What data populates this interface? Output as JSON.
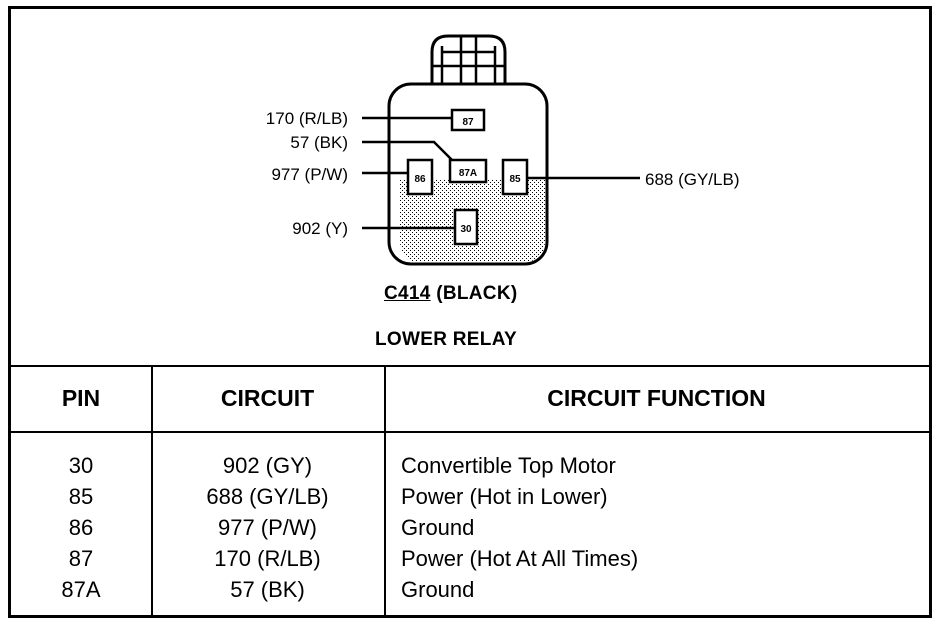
{
  "connector": {
    "id": "C414",
    "color_text": "(BLACK)",
    "relay_name": "LOWER RELAY",
    "pins": {
      "p87": "87",
      "p87a": "87A",
      "p86": "86",
      "p85": "85",
      "p30": "30"
    },
    "wires": {
      "w170": "170 (R/LB)",
      "w57": "57 (BK)",
      "w977": "977 (P/W)",
      "w902": "902 (Y)",
      "w688": "688 (GY/LB)"
    }
  },
  "table": {
    "headers": {
      "pin": "PIN",
      "circuit": "CIRCUIT",
      "function": "CIRCUIT FUNCTION"
    },
    "rows": [
      {
        "pin": "30",
        "circuit": "902 (GY)",
        "function": "Convertible Top Motor"
      },
      {
        "pin": "85",
        "circuit": "688 (GY/LB)",
        "function": "Power (Hot in Lower)"
      },
      {
        "pin": "86",
        "circuit": "977 (P/W)",
        "function": "Ground"
      },
      {
        "pin": "87",
        "circuit": "170 (R/LB)",
        "function": "Power (Hot At All Times)"
      },
      {
        "pin": "87A",
        "circuit": "57 (BK)",
        "function": "Ground"
      }
    ]
  },
  "colors": {
    "ink": "#000000",
    "shade": "#d0d0d0"
  }
}
